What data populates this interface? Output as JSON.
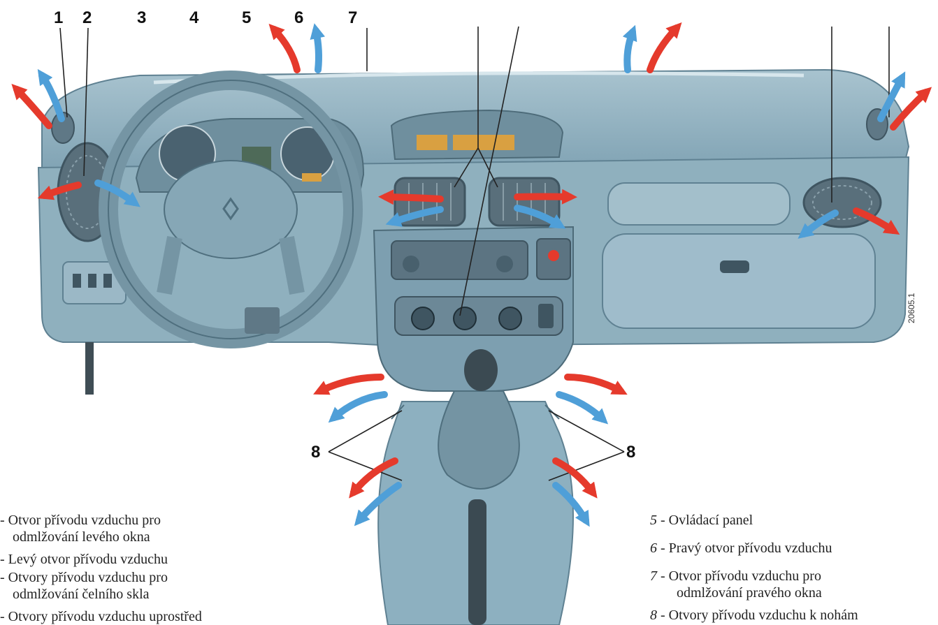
{
  "callouts": {
    "n1": "1",
    "n2": "2",
    "n3": "3",
    "n4": "4",
    "n5": "5",
    "n6": "6",
    "n7": "7",
    "n8_left": "8",
    "n8_right": "8"
  },
  "legend_left": [
    {
      "line1": "- Otvor přívodu vzduchu pro",
      "line2": "odmlžování levého okna"
    },
    {
      "line1": "- Levý otvor přívodu vzduchu",
      "line2": ""
    },
    {
      "line1": "- Otvory přívodu vzduchu pro",
      "line2": "odmlžování čelního skla"
    },
    {
      "line1": "- Otvory přívodu vzduchu uprostřed",
      "line2": ""
    }
  ],
  "legend_right": [
    {
      "num": "5",
      "line1": " - Ovládací panel",
      "line2": ""
    },
    {
      "num": "6",
      "line1": " - Pravý otvor přívodu vzduchu",
      "line2": ""
    },
    {
      "num": "7",
      "line1": " - Otvor přívodu vzduchu pro",
      "line2": "odmlžování pravého okna"
    },
    {
      "num": "8",
      "line1": " - Otvory přívodu vzduchu k nohám",
      "line2": ""
    }
  ],
  "image_code": "20605.1",
  "colors": {
    "dash": "#8fb0be",
    "dash_dark": "#5f8192",
    "dash_light": "#b9d0da",
    "warm_arrow": "#e53a2c",
    "cool_arrow": "#4f9fd8",
    "display": "#d9a041"
  }
}
